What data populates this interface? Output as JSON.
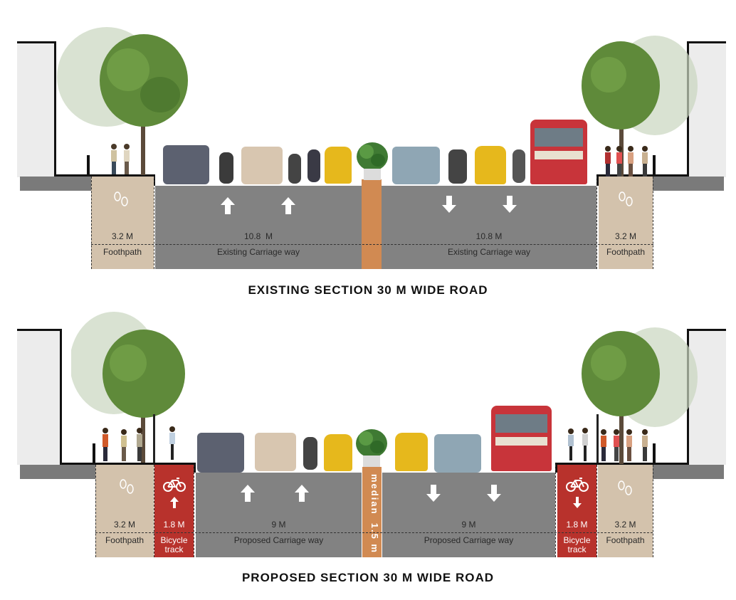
{
  "existing": {
    "title": "EXISTING SECTION 30 M WIDE ROAD",
    "left_foothpath": {
      "width": "3.2 M",
      "label": "Foothpath"
    },
    "left_carriage": {
      "width": "10.8  M",
      "label": "Existing Carriage way"
    },
    "right_carriage": {
      "width": "10.8 M",
      "label": "Existing Carriage way"
    },
    "right_foothpath": {
      "width": "3.2 M",
      "label": "Foothpath"
    }
  },
  "proposed": {
    "title": "PROPOSED SECTION 30 M WIDE ROAD",
    "left_foothpath": {
      "width": "3.2 M",
      "label": "Foothpath"
    },
    "left_bicycle": {
      "width": "1.8 M",
      "label": "Bicycle track"
    },
    "left_carriage": {
      "width": "9 M",
      "label": "Proposed Carriage way"
    },
    "median": {
      "label": "median  1.5 m"
    },
    "right_carriage": {
      "width": "9 M",
      "label": "Proposed Carriage way"
    },
    "right_bicycle": {
      "width": "1.8 M",
      "label": "Bicycle track"
    },
    "right_foothpath": {
      "width": "3.2 M",
      "label": "Foothpath"
    }
  },
  "colors": {
    "footpath": "#d3c2ac",
    "carriageway": "#828282",
    "median": "#d18a52",
    "bicycle_track": "#b8322c",
    "tree": "#5f8a3a",
    "bus": "#c8343a",
    "auto": "#e6b81c"
  },
  "icons": [
    "footprints-icon",
    "bicycle-icon",
    "arrow-up-icon",
    "arrow-down-icon",
    "tree-icon",
    "car-icon",
    "auto-rickshaw-icon",
    "bus-icon",
    "motorcycle-icon",
    "pedestrian-icon",
    "street-lamp-icon"
  ]
}
